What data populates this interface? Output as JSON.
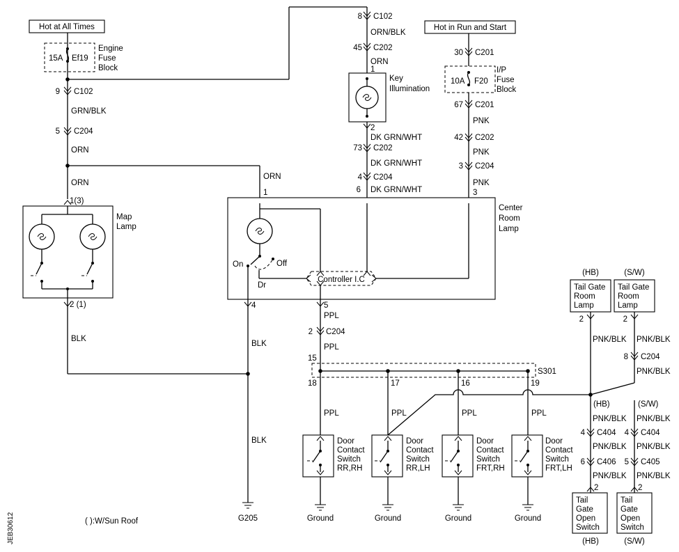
{
  "labels": {
    "hot_always": "Hot at All Times",
    "hot_run_start": "Hot in Run and Start",
    "engine_fuse_block": [
      "Engine",
      "Fuse",
      "Block"
    ],
    "ip_fuse_block": [
      "I/P",
      "Fuse",
      "Block"
    ],
    "key_illumination": [
      "Key",
      "Illumination"
    ],
    "map_lamp": [
      "Map",
      "Lamp"
    ],
    "center_room_lamp": [
      "Center",
      "Room",
      "Lamp"
    ],
    "tail_gate_room_lamp": [
      "Tail Gate",
      "Room",
      "Lamp"
    ],
    "tail_gate_open_switch": [
      "Tail",
      "Gate",
      "Open",
      "Switch"
    ],
    "door_switch": [
      "Door",
      "Contact",
      "Switch"
    ],
    "controller": "Controller I.C",
    "on": "On",
    "off": "Off",
    "dr": "Dr",
    "splice": "S301",
    "ground": "Ground",
    "g205": "G205",
    "note": "(  ):W/Sun Roof",
    "diagram_id": "JEB30612",
    "hb": "(HB)",
    "sw": "(S/W)"
  },
  "fuses": {
    "ef19_rating": "15A",
    "ef19_name": "Ef19",
    "f20_rating": "10A",
    "f20_name": "F20"
  },
  "door_switches": [
    "RR,RH",
    "RR,LH",
    "FRT,RH",
    "FRT,LH"
  ],
  "wires": {
    "grn_blk": "GRN/BLK",
    "orn": "ORN",
    "orn_blk": "ORN/BLK",
    "blk": "BLK",
    "pnk": "PNK",
    "ppl": "PPL",
    "dk_grn_wht": "DK GRN/WHT",
    "pnk_blk": "PNK/BLK"
  },
  "connectors": {
    "c102": "C102",
    "c202": "C202",
    "c204": "C204",
    "c201": "C201",
    "c404": "C404",
    "c406": "C406",
    "c405": "C405"
  },
  "pins": {
    "p1": "1",
    "p2": "2",
    "p3": "3",
    "p4": "4",
    "p5": "5",
    "p6": "6",
    "p8": "8",
    "p9": "9",
    "p15": "15",
    "p16": "16",
    "p17": "17",
    "p18": "18",
    "p19": "19",
    "p30": "30",
    "p42": "42",
    "p45": "45",
    "p67": "67",
    "p73": "73",
    "p1_3": "1(3)",
    "p2_1": "2 (1)"
  }
}
